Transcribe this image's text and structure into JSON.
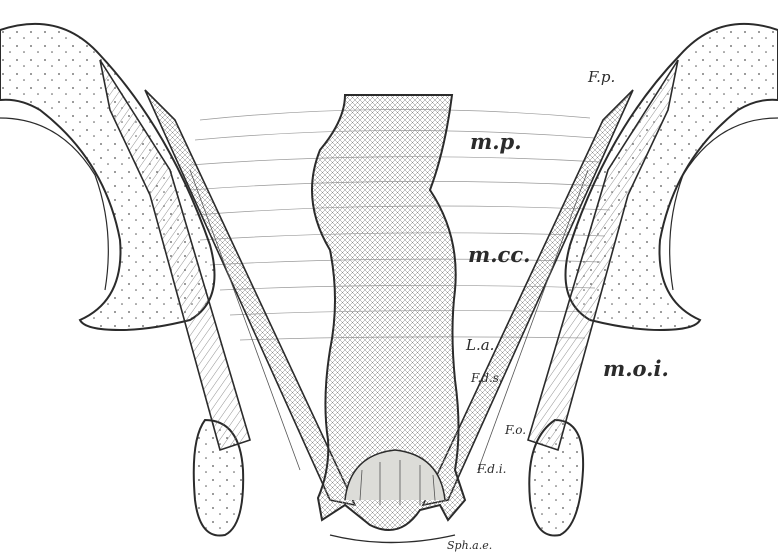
{
  "labels": {
    "fp": "F.p.",
    "mp": "m.p.",
    "mcc": "m.cc.",
    "la": "L.a.",
    "fds": "F.d.s.",
    "moi": "m.o.i.",
    "fo": "F.o.",
    "fdi": "F.d.i.",
    "sph": "Sph.a.e."
  },
  "colors": {
    "ink": "#2b2b2b",
    "paper": "#ffffff",
    "bone_fill": "#f7f7f5",
    "rectum_fill": "#ececea"
  }
}
